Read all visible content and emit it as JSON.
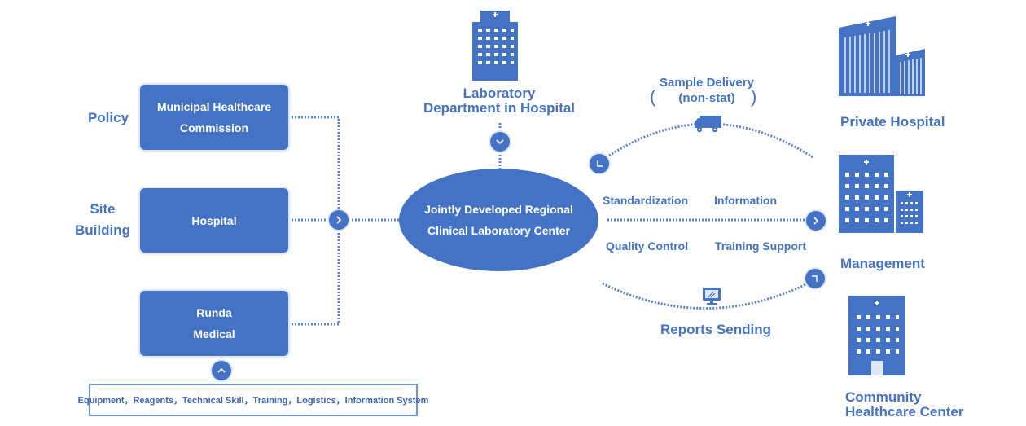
{
  "left_labels": {
    "policy": "Policy",
    "site_line1": "Site",
    "site_line2": "Building"
  },
  "boxes": {
    "municipal_line1": "Municipal Healthcare",
    "municipal_line2": "Commission",
    "hospital": "Hospital",
    "runda_line1": "Runda",
    "runda_line2": "Medical"
  },
  "equipment": "Equipment，Reagents，Technical Skill，Training，Logistics，Information System",
  "lab_dept_line1": "Laboratory",
  "lab_dept_line2": "Department in Hospital",
  "center_line1": "Jointly Developed Regional",
  "center_line2": "Clinical Laboratory Center",
  "sample_line1": "Sample Delivery",
  "sample_line2": "(non-stat)",
  "paren_open": "(",
  "paren_close": ")",
  "services": {
    "standardization": "Standardization",
    "information": "Information",
    "quality_control": "Quality Control",
    "training_support": "Training Support"
  },
  "reports_sending": "Reports Sending",
  "right": {
    "private_hospital": "Private Hospital",
    "management": "Management",
    "community_line1": "Community",
    "community_line2": "Healthcare Center"
  },
  "colors": {
    "primary": "#4472c4",
    "accent_line": "#5b82cc"
  },
  "icons": [
    "hospital-building-icon",
    "truck-icon",
    "monitor-icon",
    "chevron-right-icon",
    "chevron-down-icon",
    "chevron-up-icon"
  ]
}
